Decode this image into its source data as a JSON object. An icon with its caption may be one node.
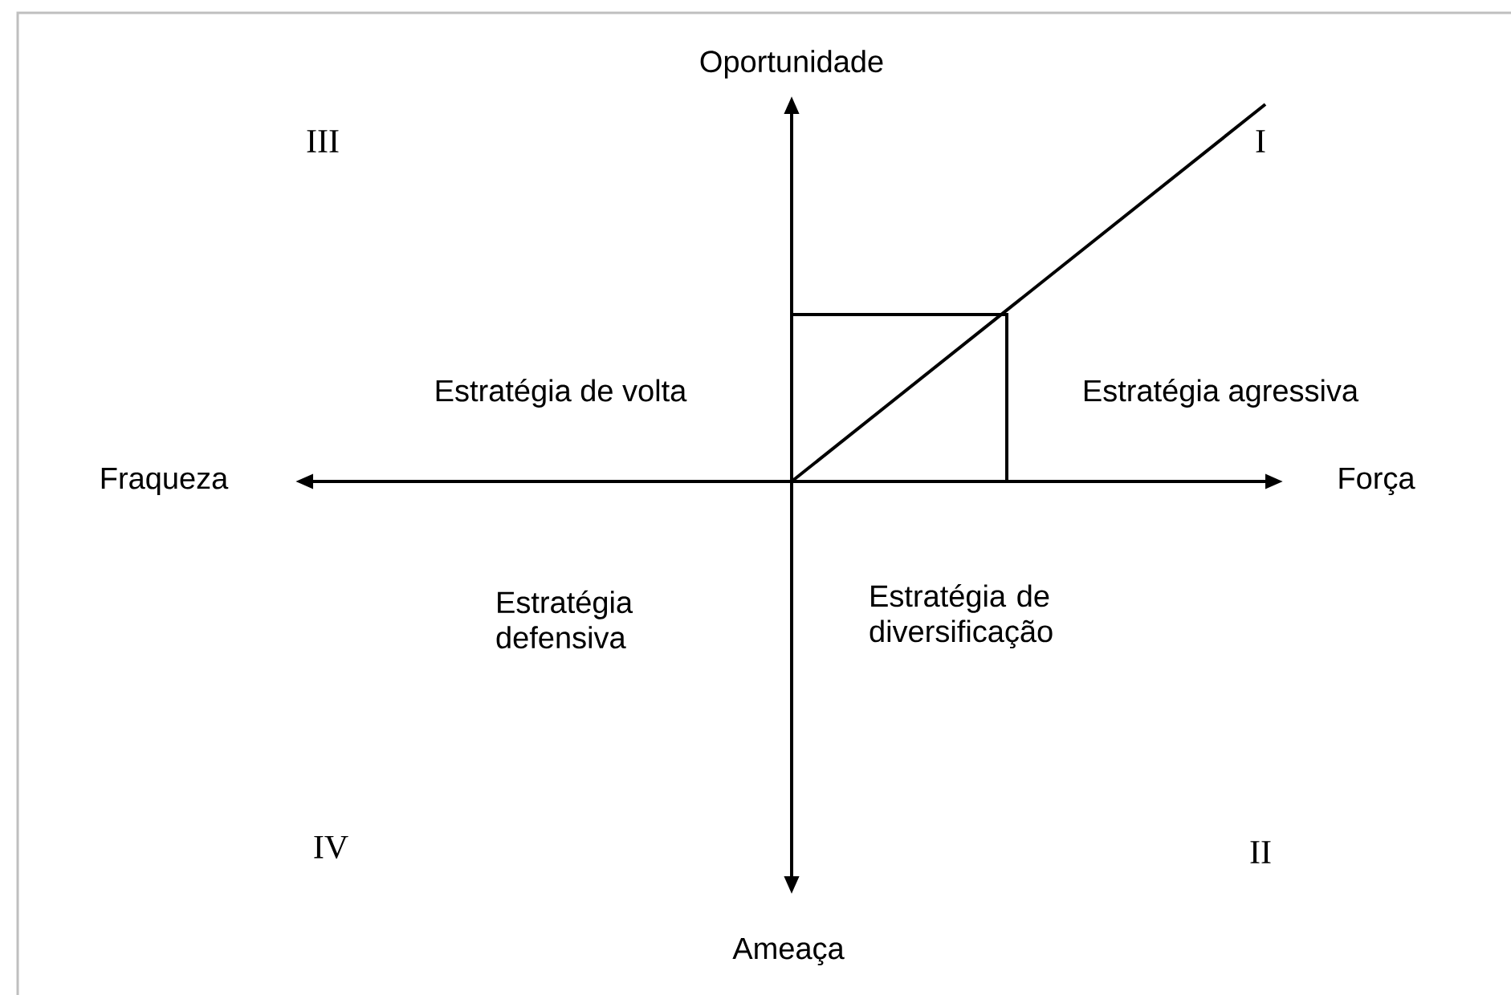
{
  "diagram": {
    "labels": [
      "Oportunidade",
      "III",
      "I",
      "Estratégia de volta",
      "Estratégia agressiva",
      "Fraqueza",
      "Força",
      "Estratégia defensiva",
      "Estratégia de diversificação",
      "IV",
      "II",
      "Ameaça"
    ]
  }
}
